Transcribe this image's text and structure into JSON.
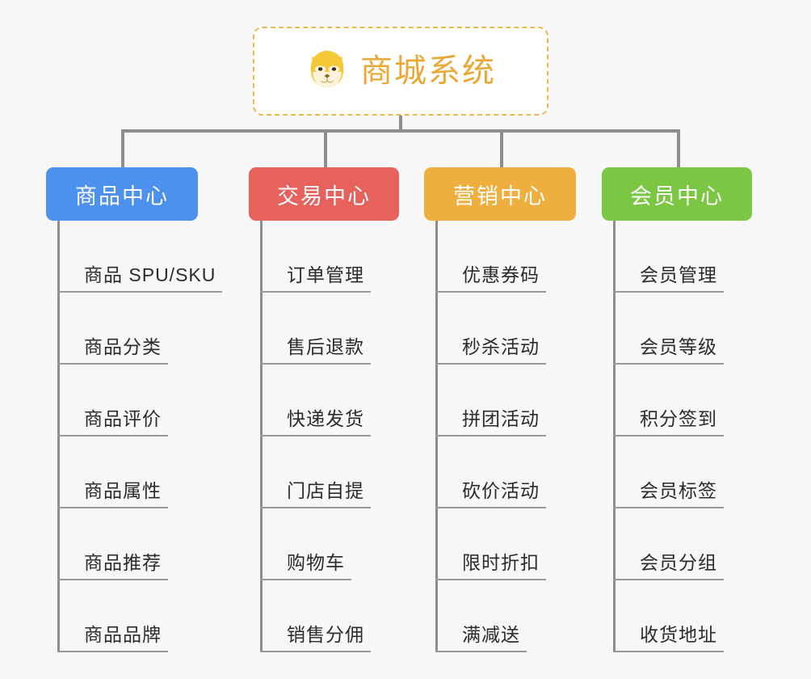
{
  "diagram": {
    "type": "mindmap",
    "background_color": "#f7f7f7",
    "root": {
      "title": "商城系统",
      "icon": "shiba-dog-face-emoji",
      "text_color": "#e9a938",
      "border_color": "#eab94e",
      "fill_color": "#ffffff"
    },
    "connector_color": "#8d8d8d",
    "branches": [
      {
        "label": "商品中心",
        "color": "#4b91ed",
        "items": [
          "商品 SPU/SKU",
          "商品分类",
          "商品评价",
          "商品属性",
          "商品推荐",
          "商品品牌"
        ]
      },
      {
        "label": "交易中心",
        "color": "#e7615d",
        "items": [
          "订单管理",
          "售后退款",
          "快递发货",
          "门店自提",
          "购物车",
          "销售分佣"
        ]
      },
      {
        "label": "营销中心",
        "color": "#eeaf3e",
        "items": [
          "优惠券码",
          "秒杀活动",
          "拼团活动",
          "砍价活动",
          "限时折扣",
          "满减送"
        ]
      },
      {
        "label": "会员中心",
        "color": "#7bc642",
        "items": [
          "会员管理",
          "会员等级",
          "积分签到",
          "会员标签",
          "会员分组",
          "收货地址"
        ]
      }
    ]
  }
}
